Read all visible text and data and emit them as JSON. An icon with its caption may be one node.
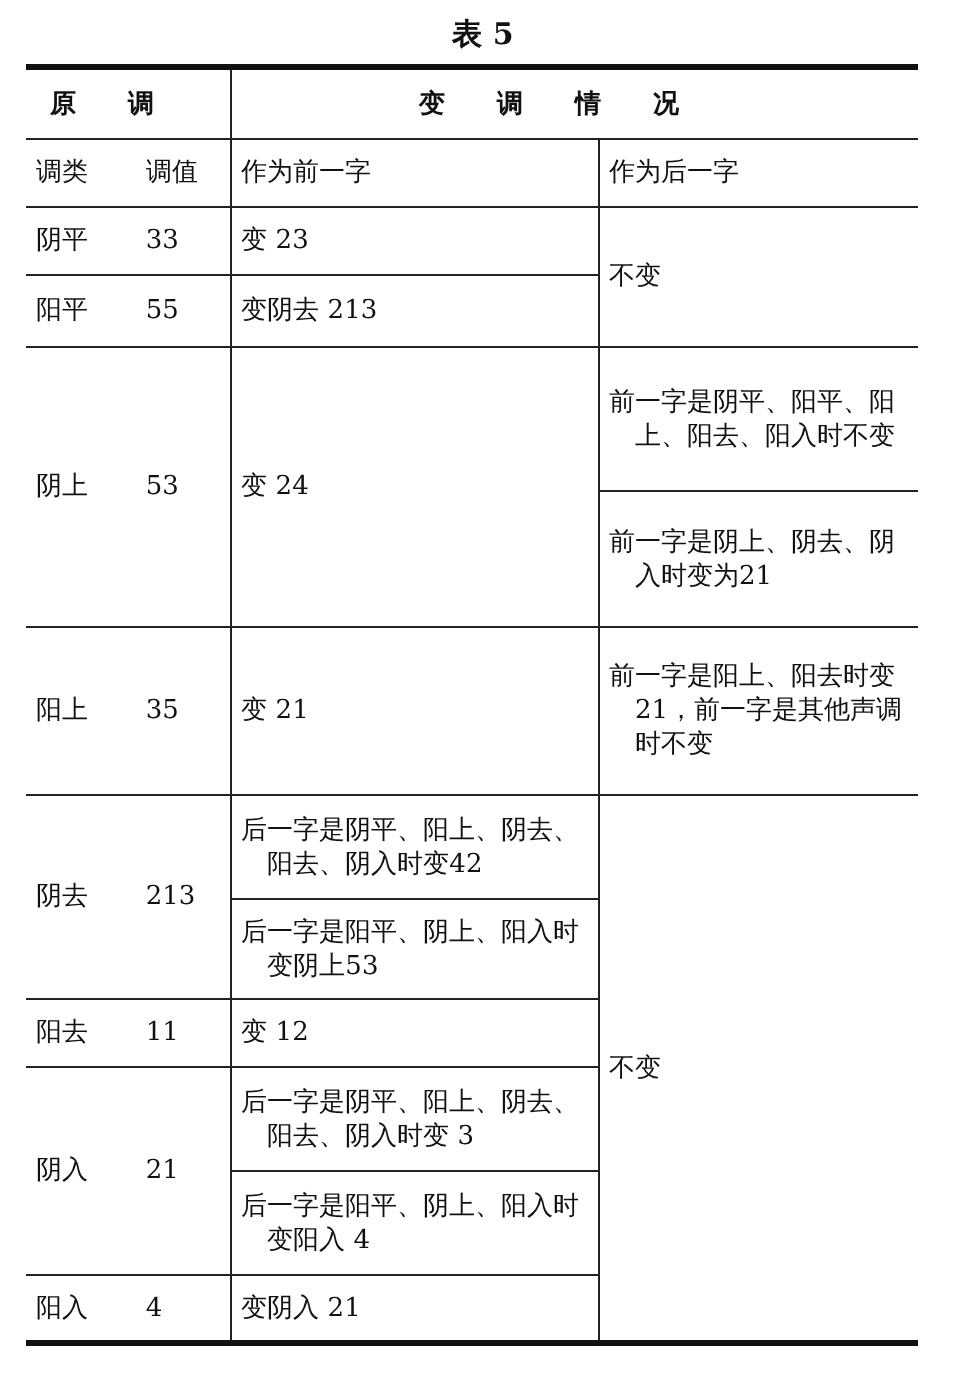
{
  "diagram": {
    "title": "表 5",
    "labels": [
      "原调",
      "变调情况",
      "调类",
      "调值",
      "作为前一字",
      "作为后一字",
      "阴平",
      "33",
      "变 23",
      "不变",
      "阳平",
      "55",
      "变阴去 213",
      "阴上",
      "53",
      "变 24",
      "前一字是阴平、阳平、阳上、阳去、阳入时不变",
      "前一字是阴上、阴去、阴入时变为21",
      "阳上",
      "35",
      "变 21",
      "前一字是阳上、阳去时变 21，前一字是其他声调时不变",
      "阴去",
      "213",
      "后一字是阴平、阳上、阴去、阳去、阴入时变42",
      "不变",
      "后一字是阳平、阴上、阳入时变阴上53",
      "阳去",
      "11",
      "变 12",
      "阴入",
      "21",
      "后一字是阴平、阳上、阴去、阳去、阴入时变 3",
      "后一字是阳平、阴上、阳入时变阳入 4",
      "阳入",
      "4",
      "变阴入 21"
    ]
  }
}
